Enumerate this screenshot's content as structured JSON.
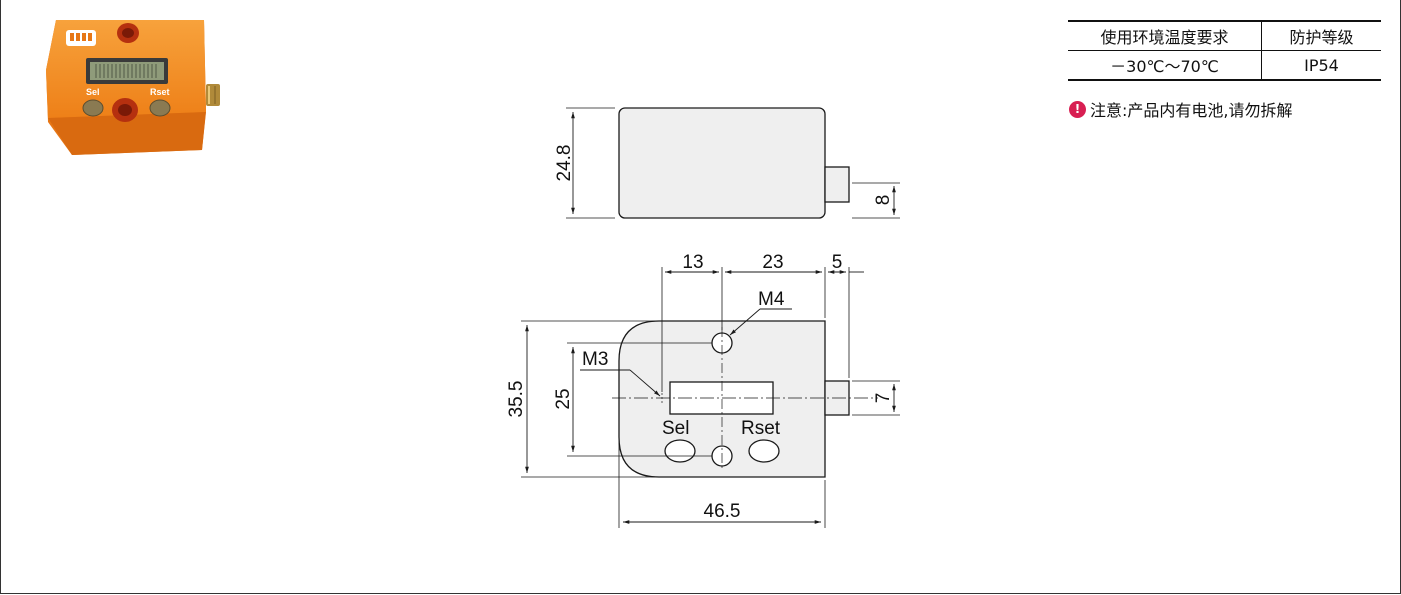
{
  "photo": {
    "buttons": {
      "sel": "Sel",
      "rset": "Rset"
    }
  },
  "drawing": {
    "dimensions": {
      "side_height": "24.8",
      "shaft_height_side": "8",
      "width_a": "13",
      "width_b": "23",
      "width_c": "5",
      "total_height": "35.5",
      "hole_spacing": "25",
      "shaft_height_front": "7",
      "total_width": "46.5"
    },
    "labels": {
      "thread_m4": "M4",
      "thread_m3": "M3",
      "button_sel": "Sel",
      "button_rset": "Rset"
    }
  },
  "spec_table": {
    "headers": [
      "使用环境温度要求",
      "防护等级"
    ],
    "rows": [
      [
        "－30℃～70℃",
        "IP54"
      ]
    ]
  },
  "note": {
    "icon": "exclamation-pin-icon",
    "text": "注意:产品内有电池,请勿拆解",
    "icon_color": "#d81f52"
  },
  "colors": {
    "body_orange": "#f08a1e",
    "line": "#1a1a1a",
    "fill_gray": "#efefef"
  }
}
